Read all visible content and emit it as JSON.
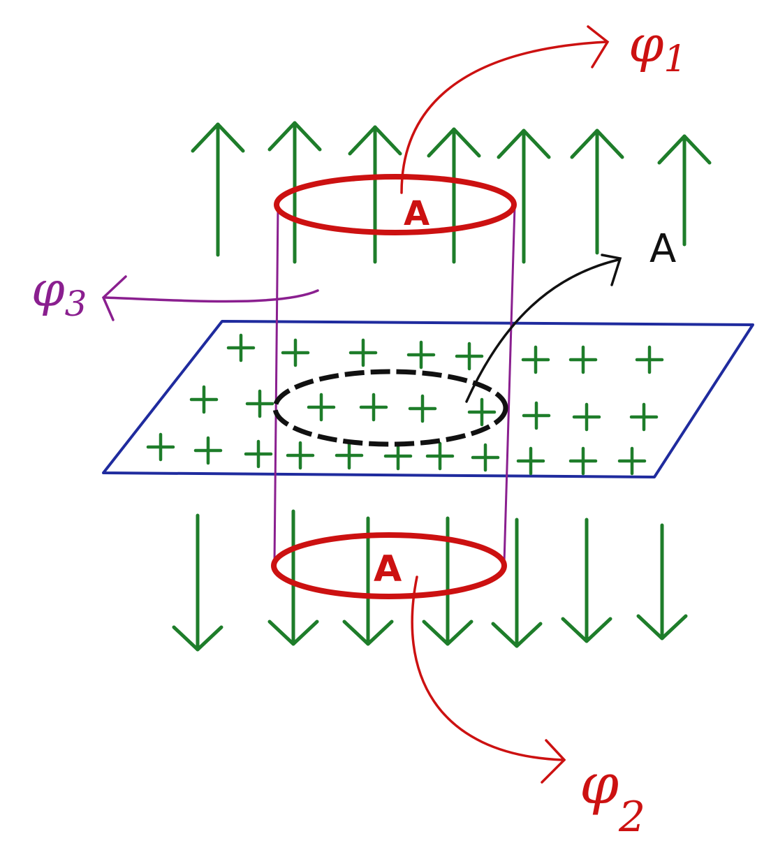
{
  "diagram": {
    "flux_top_label": "φ",
    "flux_top_sub": "1",
    "flux_bottom_label": "φ",
    "flux_bottom_sub": "2",
    "flux_side_label": "φ",
    "flux_side_sub": "3",
    "area_top_label": "A",
    "area_bottom_label": "A",
    "area_plane_label": "A",
    "plus_symbol": "+",
    "colors": {
      "field": "#1e7d2a",
      "cylinder_caps": "#cc1111",
      "cylinder_walls": "#8a1f8f",
      "plane": "#1f2b9e",
      "plane_area": "#111111",
      "side_flux": "#8a1f8f"
    },
    "icons": [
      "arrow-up-icon",
      "arrow-down-icon",
      "plus-icon",
      "curved-arrow-icon"
    ]
  }
}
